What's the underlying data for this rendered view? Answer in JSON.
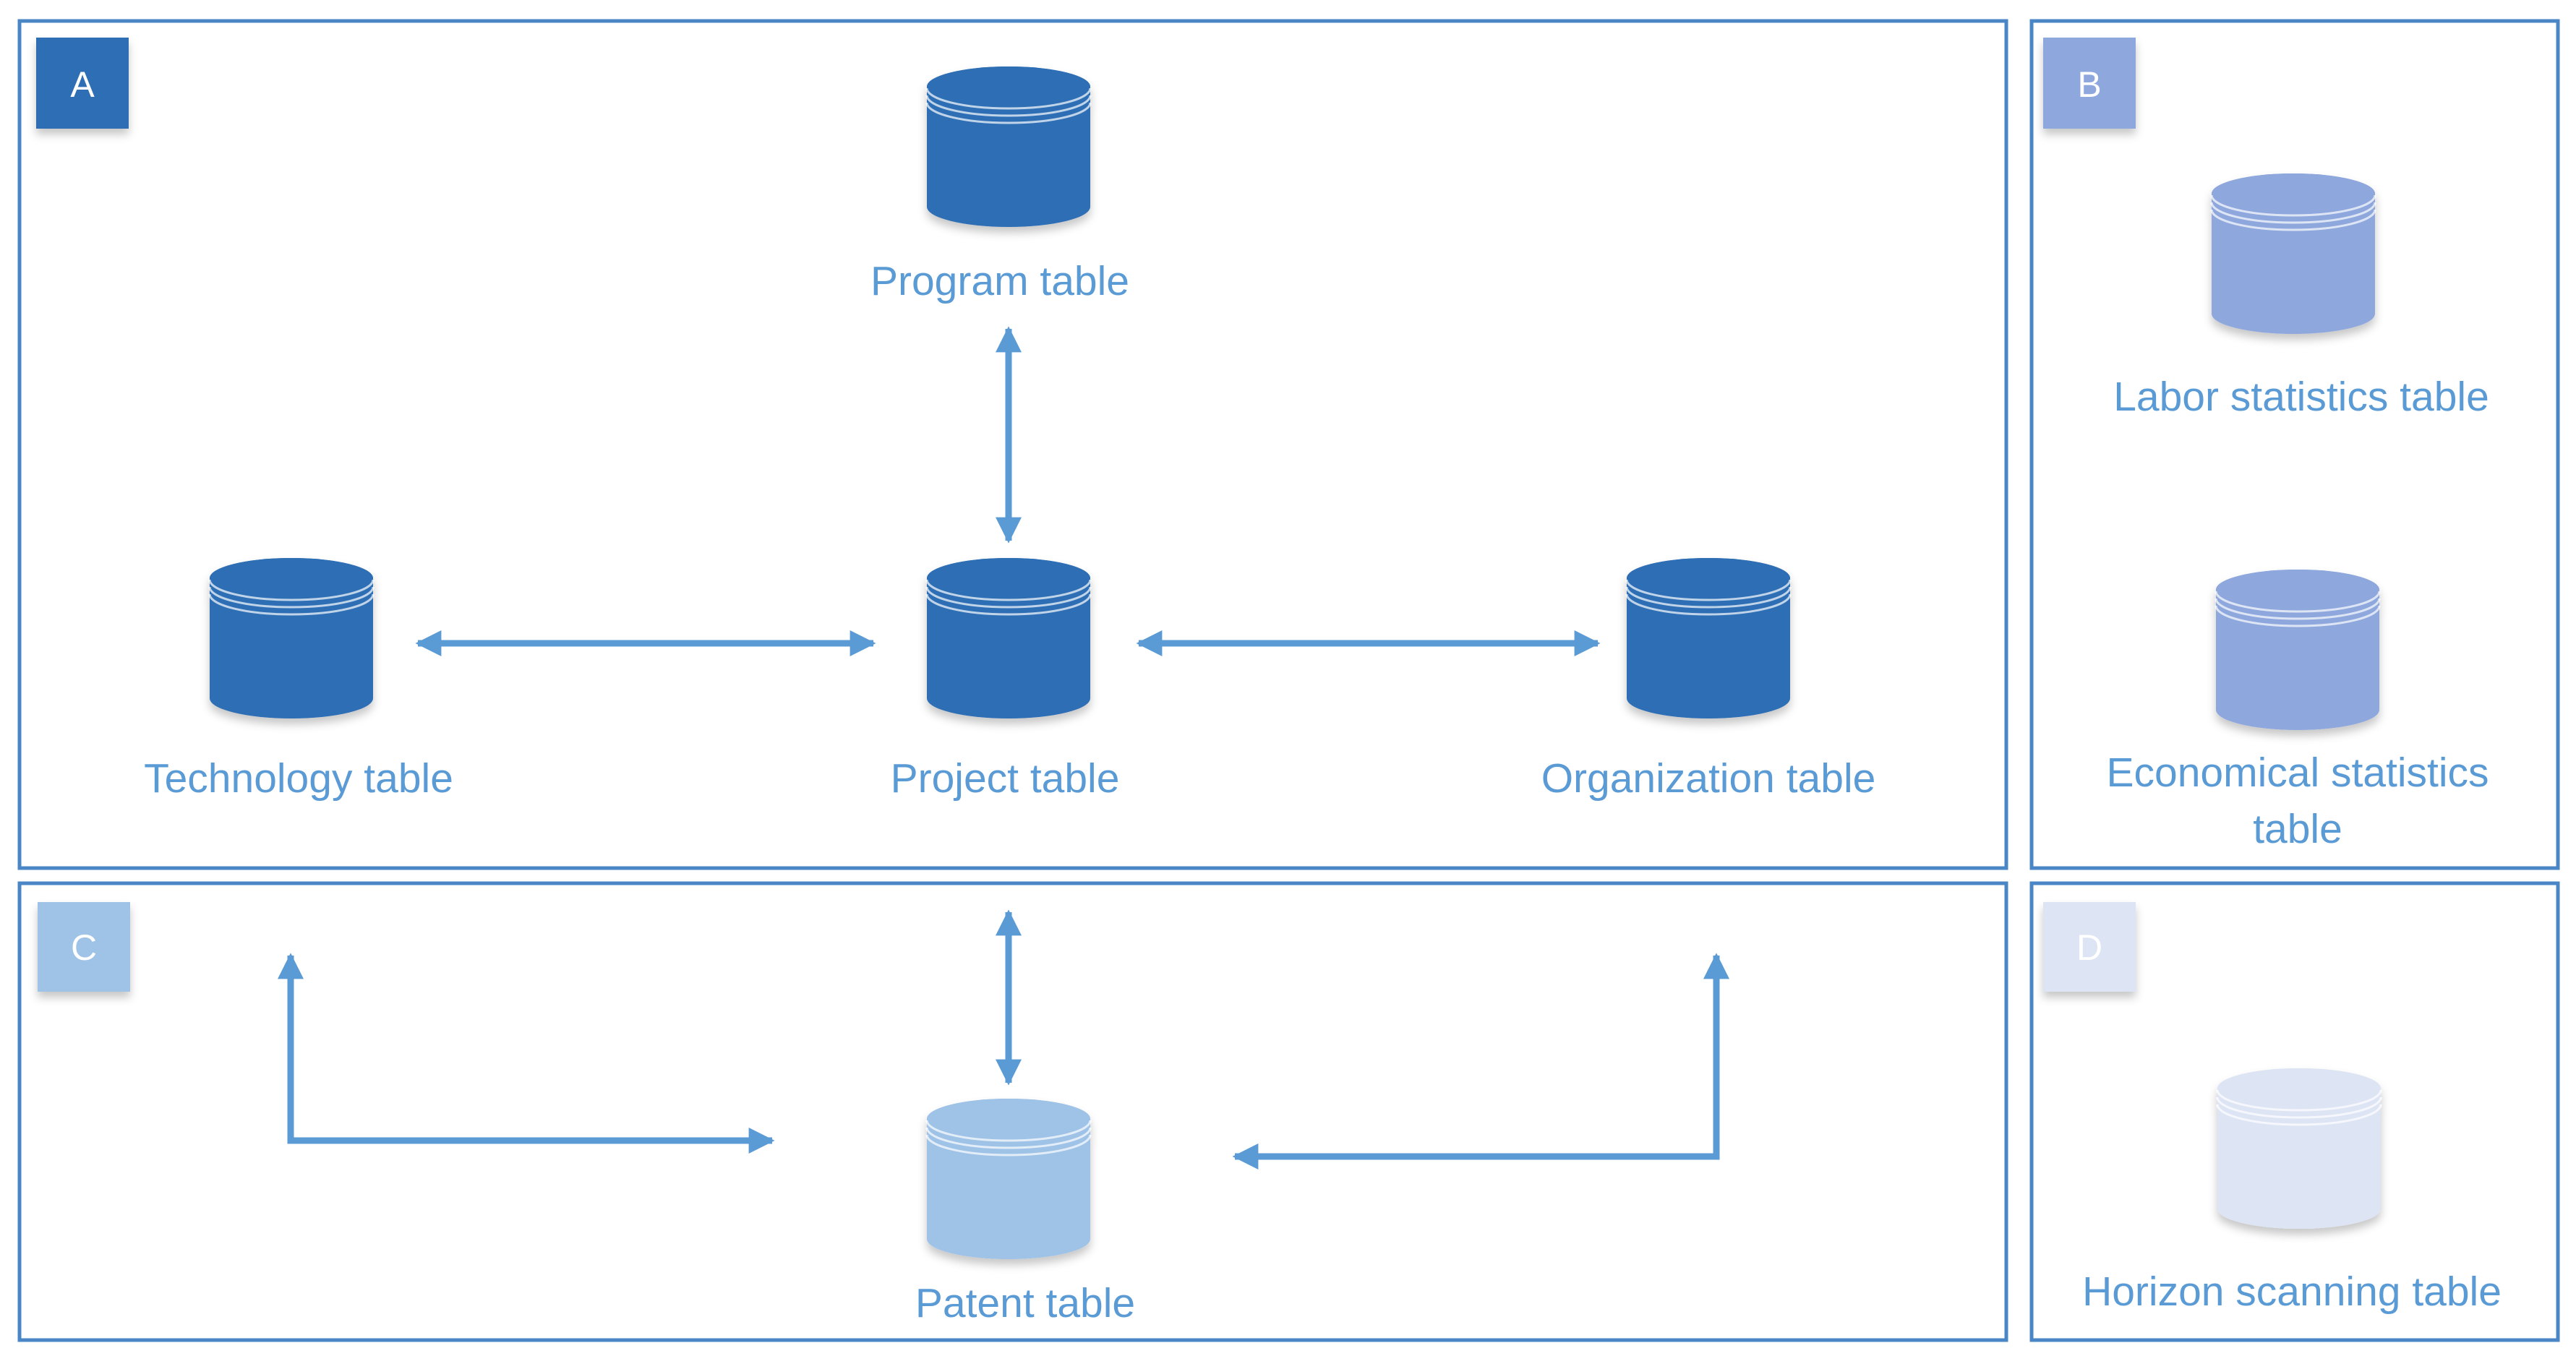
{
  "panels": {
    "a": {
      "badge": "A",
      "badge_color": "#2e6eb4"
    },
    "b": {
      "badge": "B",
      "badge_color": "#8ea8dd"
    },
    "c": {
      "badge": "C",
      "badge_color": "#9fc2e7"
    },
    "d": {
      "badge": "D",
      "badge_color": "#dde4f4"
    }
  },
  "tables": {
    "program": "Program table",
    "technology": "Technology table",
    "project": "Project table",
    "organization": "Organization table",
    "labor": "Labor statistics table",
    "economical_line1": "Economical statistics",
    "economical_line2": "table",
    "patent": "Patent table",
    "horizon": "Horizon scanning table"
  },
  "colors": {
    "border": "#4a86c5",
    "arrow": "#5b9bd5",
    "label": "#5b9bd5",
    "db_dark": "#2e6eb4",
    "db_mid": "#8ea8dd",
    "db_light": "#9fc2e7",
    "db_pale": "#dde4f4"
  }
}
